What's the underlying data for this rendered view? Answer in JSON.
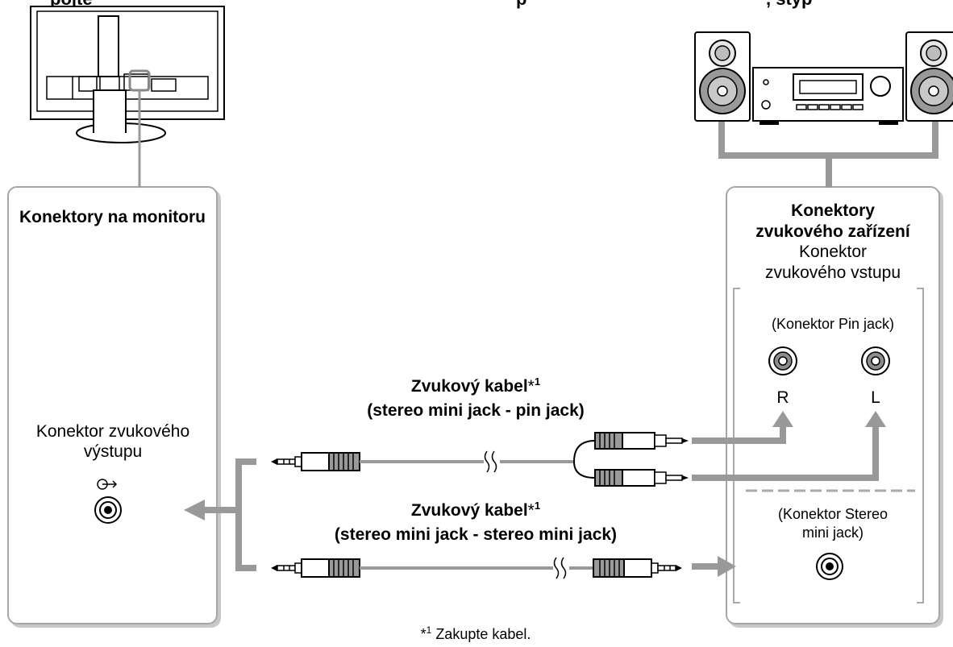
{
  "top_text_left": "pojte",
  "top_text_mid": "p",
  "top_text_right": ", styp",
  "monitor_box": {
    "title": "Konektory na monitoru",
    "output_label": "Konektor zvukového výstupu",
    "output_icon": "audio-out-icon"
  },
  "audio_box": {
    "title_line1": "Konektory",
    "title_line2": "zvukového zařízení",
    "input_label_line1": "Konektor",
    "input_label_line2": "zvukového vstupu",
    "pin_jack_label": "(Konektor Pin jack)",
    "right_label": "R",
    "left_label": "L",
    "stereo_label_line1": "(Konektor Stereo",
    "stereo_label_line2": "mini jack)"
  },
  "cable1": {
    "label_line1": "Zvukový kabel",
    "label_line2": "(stereo mini jack - pin jack)",
    "footnote_mark": "*1"
  },
  "cable2": {
    "label_line1": "Zvukový kabel",
    "label_line2": "(stereo mini jack - stereo mini jack)",
    "footnote_mark": "*1"
  },
  "footnote": {
    "mark": "*1",
    "text": "Zakupte kabel."
  }
}
